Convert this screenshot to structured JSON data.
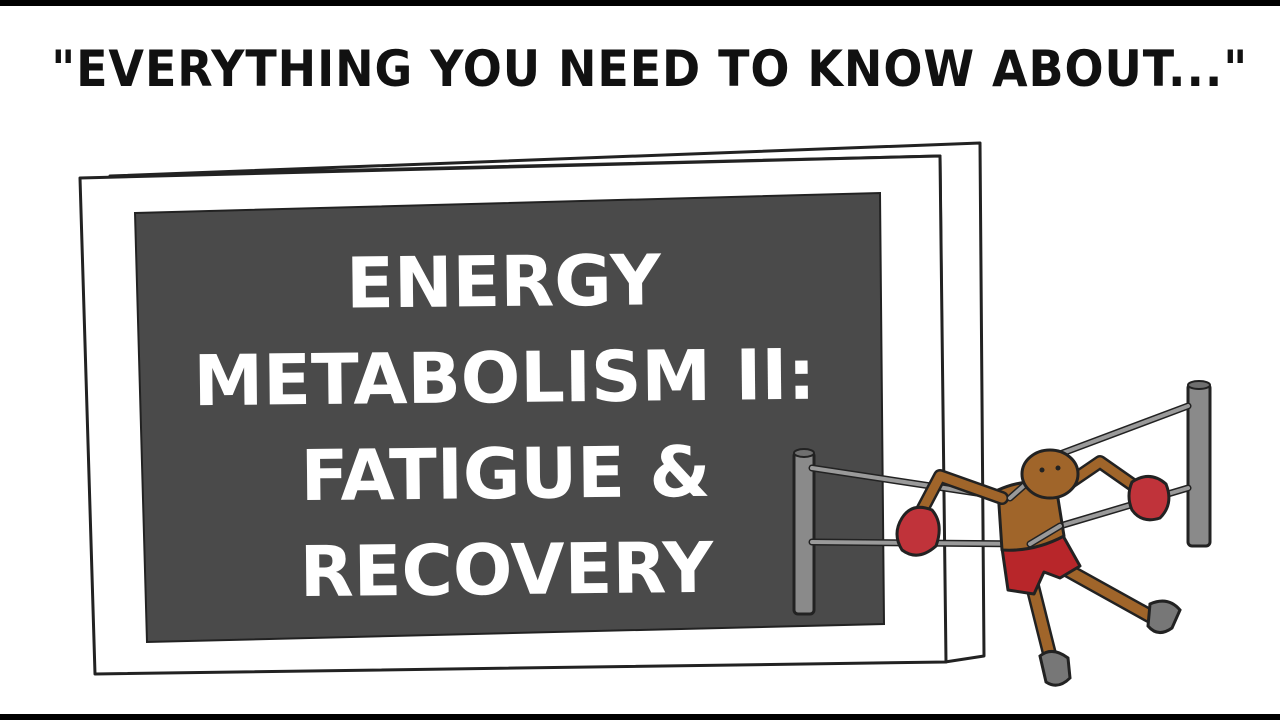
{
  "headline": "\"EVERYTHING YOU NEED TO KNOW ABOUT...\"",
  "board": {
    "lines": [
      "ENERGY",
      "METABOLISM II:",
      "FATIGUE &",
      "RECOVERY"
    ]
  },
  "colors": {
    "board_fill": "#4a4a4a",
    "board_frame": "#ffffff",
    "outline": "#222222",
    "skin": "#a0652a",
    "shorts": "#b8262a",
    "gloves": "#c0333a",
    "rope": "#888888",
    "post": "#8a8a8a",
    "letterbox": "#000000"
  },
  "illustration": {
    "subject": "boxer-tied-to-ring-ropes"
  }
}
